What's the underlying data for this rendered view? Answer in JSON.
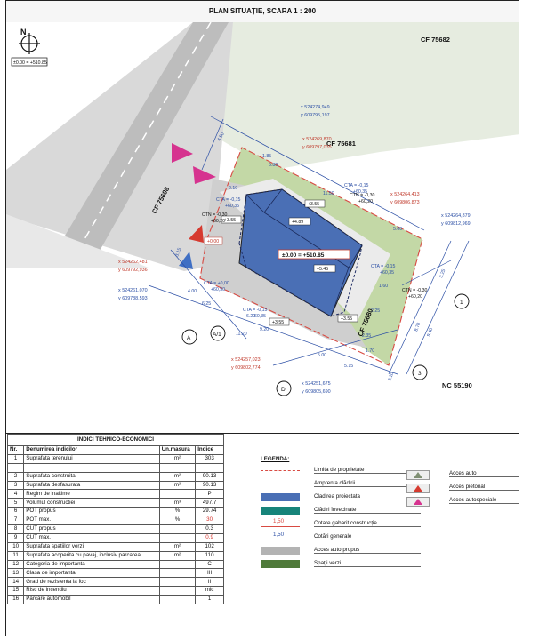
{
  "title": "PLAN SITUAȚIE,  SCARA  1 : 200",
  "north": {
    "letter": "N",
    "elevation": "±0.00 = +510.85"
  },
  "parcels": {
    "cf_75682": "CF 75682",
    "cf_75681": "CF 75681",
    "cf_75698": "CF 75698",
    "cf_75680": "CF 75680",
    "nc_55190": "NC 55190"
  },
  "coordinates": [
    {
      "x": "x 524274,949",
      "y": "y 609795,197"
    },
    {
      "x": "x 524269,870",
      "y": "y 609797,035"
    },
    {
      "x": "x 524264,413",
      "y": "y 609806,873"
    },
    {
      "x": "x 524264,879",
      "y": "y 609812,969"
    },
    {
      "x": "x 524262,481",
      "y": "y 609792,936"
    },
    {
      "x": "x 524261,070",
      "y": "y 609788,593"
    },
    {
      "x": "x 524257,023",
      "y": "y 609802,774"
    },
    {
      "x": "x 524251,675",
      "y": "y 609805,690"
    }
  ],
  "elevations": {
    "main": "±0.00 = +510.85",
    "roof_a": "+4.89",
    "roof_b": "+5.45",
    "l1": "+3.55",
    "l2": "+3.55",
    "l3": "+3.55",
    "l4": "+0.00",
    "cta1": "CTA = -0,15",
    "cta1b": "+60,35",
    "cta2": "CTN = -0,30",
    "cta2b": "+60,20",
    "cta3": "CTA = -0,15",
    "cta3b": "+60,35",
    "cta4": "CTN = -0,30",
    "cta4b": "+60,20",
    "cta5": "CTA = +0,00",
    "cta5b": "+60,50",
    "cta6": "CTA = -0,15",
    "cta6b": "+60,35",
    "cta7": "CTA = -0,15",
    "cta7b": "+60,35",
    "cta8": "CTN = -0,30",
    "cta8b": "+60,20",
    "cta9": "CTA = -0,15",
    "cta9b": "+60,35"
  },
  "dims": [
    "4.50",
    "1.85",
    "5.80",
    "5.00",
    "2.40",
    "2.10",
    "11.50",
    "2.00",
    "1.00",
    "3.15",
    "8.70",
    "6.25",
    "5.00",
    "1.00",
    "6.20",
    "2.35",
    "9.20",
    "11.20",
    "2.35",
    "5.00",
    "5.15",
    "3.25",
    "3.35",
    "8.70",
    "9.40",
    "3.10",
    "3.15",
    "1.60",
    "2.25",
    "1.70",
    "3.80"
  ],
  "axes": {
    "a": "A",
    "a1": "A/1",
    "d": "D",
    "one": "1",
    "three": "3"
  },
  "table": {
    "title": "INDICI TEHNICO-ECONOMICI",
    "headers": [
      "Nr.",
      "Denumirea indicilor",
      "Un.masura",
      "Indice"
    ],
    "rows": [
      [
        "1",
        "Suprafata terenului",
        "m²",
        "303"
      ],
      [
        "",
        "",
        "",
        ""
      ],
      [
        "2",
        "Suprafata construita",
        "m²",
        "90.13"
      ],
      [
        "3",
        "Suprafata desfasurata",
        "m²",
        "90.13"
      ],
      [
        "4",
        "Regim de inaltime",
        "",
        "P"
      ],
      [
        "5",
        "Volumul constructiei",
        "m³",
        "497.7"
      ],
      [
        "6",
        "POT propus",
        "%",
        "29.74"
      ],
      [
        "7",
        "POT max.",
        "%",
        "30"
      ],
      [
        "8",
        "CUT propus",
        "",
        "0.3"
      ],
      [
        "9",
        "CUT max.",
        "",
        "0.9"
      ],
      [
        "10",
        "Suprafata spatiilor verzi",
        "m²",
        "102"
      ],
      [
        "11",
        "Suprafata acoperita cu pavaj, inclusiv parcarea",
        "m²",
        "110"
      ],
      [
        "12",
        "Categoria de importanta",
        "",
        "C"
      ],
      [
        "13",
        "Clasa de importanta",
        "",
        "III"
      ],
      [
        "14",
        "Grad de rezistenta la foc",
        "",
        "II"
      ],
      [
        "15",
        "Risc de incendiu",
        "",
        "mic"
      ],
      [
        "16",
        "Parcare automobil",
        "",
        "1"
      ]
    ]
  },
  "legend": {
    "title": "LEGENDA:",
    "items": [
      {
        "label": "Limita de proprietate",
        "type": "red-dash"
      },
      {
        "label": "Amprenta clădirii",
        "type": "blue-dash"
      },
      {
        "label": "Cladirea proiectata",
        "type": "fill",
        "color": "#4a6fb5"
      },
      {
        "label": "Clădiri învecinate",
        "type": "fill",
        "color": "#17847a"
      },
      {
        "label": "Cotare gabarit construcție",
        "type": "red-dim",
        "value": "1,50"
      },
      {
        "label": "Cotări generale",
        "type": "blue-dim",
        "value": "1,50"
      },
      {
        "label": "Acces auto propus",
        "type": "fill",
        "color": "#b3b3b3"
      },
      {
        "label": "Spații verzi",
        "type": "fill",
        "color": "#4f7a3a"
      }
    ],
    "access": [
      {
        "label": "Acces auto",
        "color": "#7f8f73"
      },
      {
        "label": "Acces pietonal",
        "color": "#d63a2f"
      },
      {
        "label": "Acces autospeciale",
        "color": "#d6338f"
      }
    ]
  }
}
